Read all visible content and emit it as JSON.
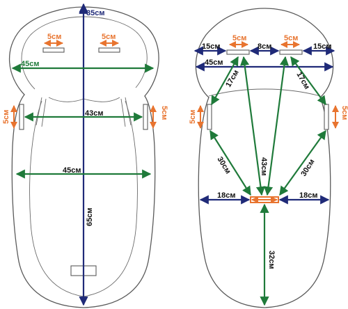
{
  "left_view": {
    "hood_height": "35см",
    "strap_slot_left": "5см",
    "strap_slot_right": "5см",
    "hood_width": "45см",
    "side_slot_left": "5см",
    "side_slot_right": "5см",
    "shoulder_width": "43см",
    "body_width": "45см",
    "body_length": "65см"
  },
  "right_view": {
    "strap_slot_left": "5см",
    "strap_slot_right": "5см",
    "edge_left": "15см",
    "between_slots": "8см",
    "edge_right": "15см",
    "hood_width": "45см",
    "diag_top_left": "17см",
    "diag_top_right": "17см",
    "side_slot_left": "5см",
    "side_slot_right": "5см",
    "center_vertical": "43см",
    "diag_lower_left": "30см",
    "diag_lower_right": "30см",
    "center_left": "18см",
    "center_right": "18см",
    "bottom_length": "32см"
  },
  "colors": {
    "navy": "#1f2a78",
    "green": "#1f7a3a",
    "orange": "#e8742f",
    "outline": "#5a5a5a"
  }
}
